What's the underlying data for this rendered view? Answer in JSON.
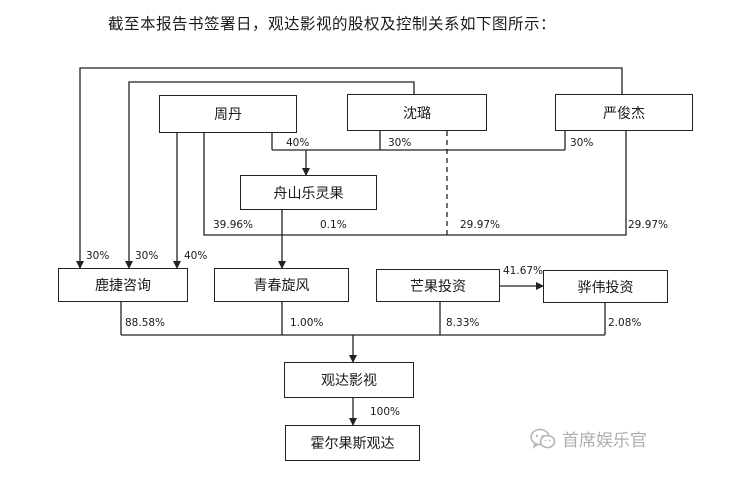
{
  "heading": "截至本报告书签署日，观达影视的股权及控制关系如下图所示：",
  "entities": {
    "zhou_dan": "周丹",
    "shen_lu": "沈璐",
    "yan_junjie": "严俊杰",
    "zhoushan_lelingguo": "舟山乐灵果",
    "lujie_consulting": "鹿捷咨询",
    "qingchun_xuanfeng": "青春旋风",
    "mango_investment": "芒果投资",
    "huawei_investment": "骅伟投资",
    "guanda_film": "观达影视",
    "horgos_guanda": "霍尔果斯观达"
  },
  "percentages": {
    "zhou_to_zhoushan": "40%",
    "shen_to_zhoushan": "30%",
    "yan_to_zhoushan": "30%",
    "zhou_to_qingchun": "39.96%",
    "zhoushan_to_qingchun": "0.1%",
    "shen_to_qingchun": "29.97%",
    "yan_to_qingchun": "29.97%",
    "yan_to_lujie": "30%",
    "shen_to_lujie": "30%",
    "zhou_to_lujie": "40%",
    "mango_to_huawei": "41.67%",
    "lujie_to_guanda": "88.58%",
    "qingchun_to_guanda": "1.00%",
    "mango_to_guanda": "8.33%",
    "huawei_to_guanda": "2.08%",
    "guanda_to_horgos": "100%"
  },
  "watermark": {
    "icon": "wechat-icon",
    "text": "首席娱乐官"
  }
}
